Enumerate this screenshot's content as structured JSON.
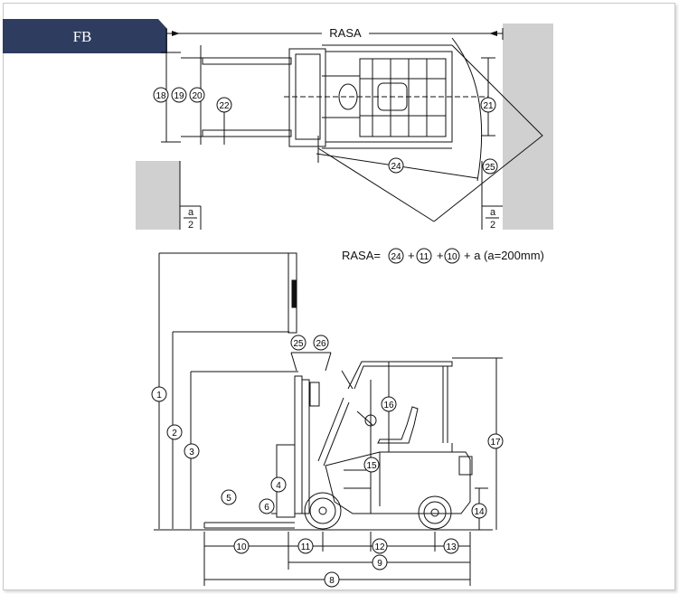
{
  "header": {
    "tab_label": "FB"
  },
  "top_view": {
    "rasa_label": "RASA",
    "half_a_numerator": "a",
    "half_a_denominator": "2",
    "callouts": [
      "18",
      "19",
      "20",
      "22",
      "21",
      "24",
      "25"
    ]
  },
  "formula": {
    "prefix": "RASA=",
    "terms": [
      "24",
      "11",
      "10"
    ],
    "plus": "+",
    "suffix": "+ a (a=200mm)"
  },
  "side_view": {
    "callouts": [
      "1",
      "2",
      "3",
      "4",
      "5",
      "6",
      "25",
      "26",
      "16",
      "17",
      "15",
      "14",
      "10",
      "11",
      "12",
      "13",
      "9",
      "8"
    ]
  },
  "colors": {
    "tab": "#2e3d5f",
    "wall": "#d0d0d0",
    "line": "#111111"
  }
}
